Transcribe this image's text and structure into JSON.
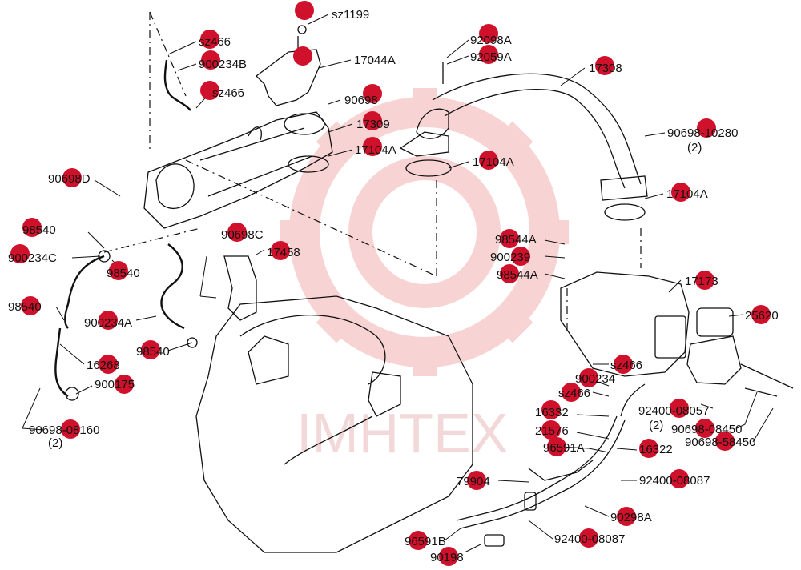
{
  "watermark": {
    "text": "IMHTEX",
    "color": "#f4c0c0"
  },
  "marker_color": "#d0112b",
  "labels": {
    "sz1199": "sz1199",
    "sz466_a": "sz466",
    "p900234b": "900234B",
    "sz466_b": "sz466",
    "p17044a": "17044A",
    "p92098a": "92098A",
    "p92059a": "92059A",
    "p17308": "17308",
    "p90698": "90698",
    "p17309": "17309",
    "p17104a_1": "17104A",
    "p17104a_2": "17104A",
    "p17104a_3": "17104A",
    "p90698_10280": "90698-10280",
    "qty_2_a": "(2)",
    "p90698d": "90698D",
    "p98540_a": "98540",
    "p900234c": "900234C",
    "p98540_b": "98540",
    "p98540_c": "98540",
    "p900234a": "900234A",
    "p98540_d": "98540",
    "p16268": "16268",
    "p900175": "900175",
    "p90698_08160": "90698-08160",
    "qty_2_b": "(2)",
    "p90698c": "90698C",
    "p17458": "17458",
    "p98544a_1": "98544A",
    "p900239": "900239",
    "p98544a_2": "98544A",
    "p17173": "17173",
    "p25620": "25620",
    "sz466_c": "sz466",
    "p900234": "900234",
    "sz466_d": "sz466",
    "p16332": "16332",
    "p21576": "21576",
    "p96591a": "96591A",
    "p16322": "16322",
    "p92400_08057": "92400-08057",
    "qty_2_c": "(2)",
    "p90698_08450": "90698-08450",
    "p90698_58450": "90698-58450",
    "p79904": "79904",
    "p92400_08087_a": "92400-08087",
    "p90298a": "90298A",
    "p96591b": "96591B",
    "p92400_08087_b": "92400-08087",
    "p90198": "90198"
  }
}
